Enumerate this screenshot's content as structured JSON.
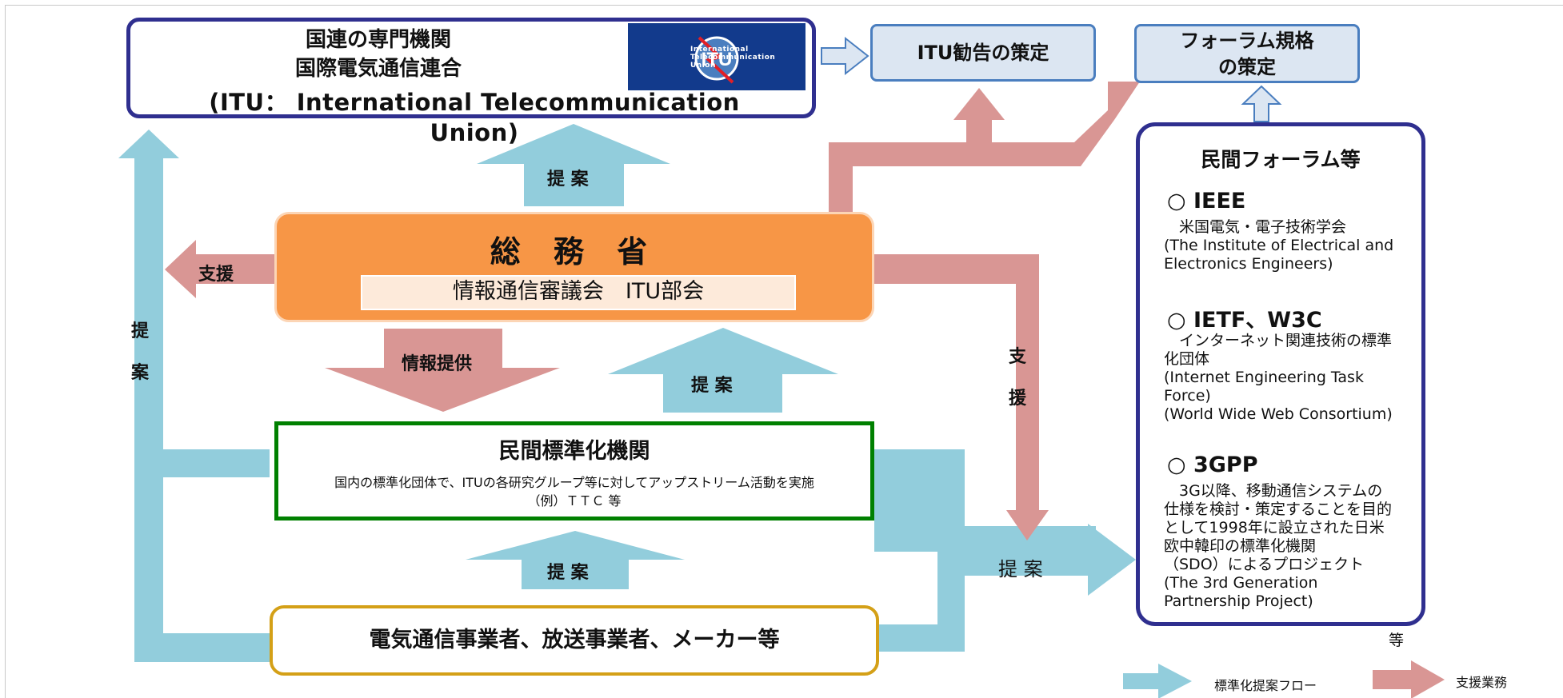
{
  "itu": {
    "line1": "国連の専門機関",
    "line2": "国際電気通信連合",
    "line3": "(ITU： International Telecommunication Union)",
    "logo_mark": "ITU",
    "logo_text": [
      "International",
      "Telecommunication",
      "Union"
    ]
  },
  "itu_recommendation": "ITU勧告の策定",
  "forum_standard": [
    "フォーラム規格",
    "の策定"
  ],
  "forums": {
    "title": "民間フォーラム等",
    "items": [
      {
        "head": "○ IEEE",
        "lines": [
          "　米国電気・電子技術学会",
          "(The Institute of Electrical and",
          "Electronics Engineers)"
        ]
      },
      {
        "head": "○ IETF、W3C",
        "lines": [
          "　インターネット関連技術の標準",
          "化団体",
          "(Internet Engineering Task",
          "Force)",
          "(World Wide Web Consortium)"
        ]
      },
      {
        "head": "○ 3GPP",
        "lines": [
          "　3G以降、移動通信システムの",
          "仕様を検討・策定することを目的",
          "として1998年に設立された日米",
          "欧中韓印の標準化機関",
          "（SDO）によるプロジェクト",
          " (The 3rd Generation",
          "Partnership Project)"
        ]
      }
    ],
    "etc": "等"
  },
  "mic": {
    "title": "総 務 省",
    "sub": "情報通信審議会　ITU部会"
  },
  "sdo": {
    "title": "民間標準化機関",
    "desc1": "国内の標準化団体で、ITUの各研究グループ等に対してアップストリーム活動を実施",
    "desc2": "（例）ＴＴＣ 等"
  },
  "operators": "電気通信事業者、放送事業者、メーカー等",
  "labels": {
    "proposal": "提 案",
    "proposal_vertical": [
      "提",
      "案"
    ],
    "support": "支援",
    "support_vertical": [
      "支",
      "援"
    ],
    "info_provision": "情報提供",
    "proposal_forum": "提 案"
  },
  "legend": {
    "proposal_flow": "標準化提案フロー",
    "support_work": "支援業務"
  },
  "colors": {
    "proposal_arrow": "#92cddc",
    "support_arrow": "#d99694",
    "org_border": "#2f2f8f",
    "mic_fill": "#f79646",
    "sdo_border": "#008000",
    "operators_border": "#d4a017"
  }
}
